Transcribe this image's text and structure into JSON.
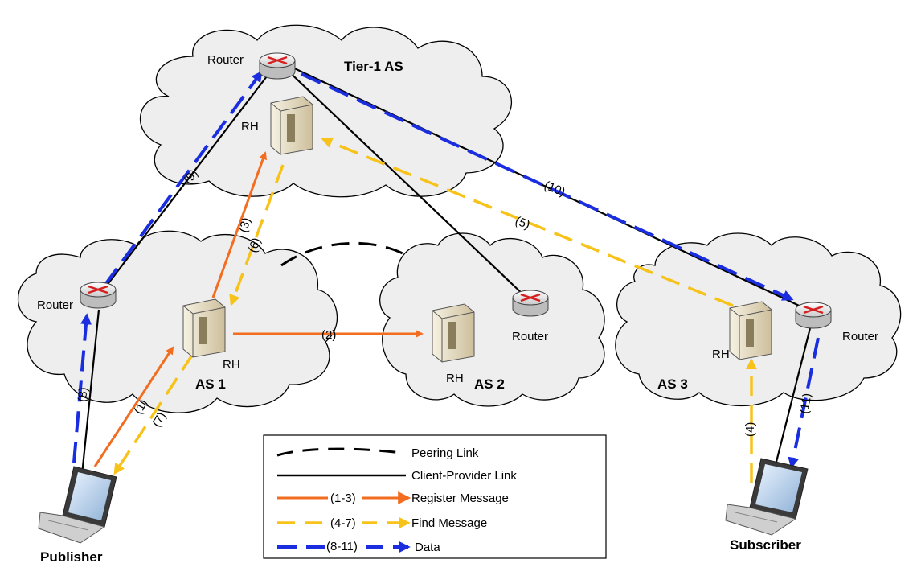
{
  "clouds": {
    "tier1": "Tier-1 AS",
    "as1": "AS 1",
    "as2": "AS 2",
    "as3": "AS 3"
  },
  "routers": {
    "tier1": "Router",
    "as1": "Router",
    "as2": "Router",
    "as3": "Router"
  },
  "servers": {
    "tier1": "RH",
    "as1": "RH",
    "as2": "RH",
    "as3": "RH"
  },
  "hosts": {
    "publisher": "Publisher",
    "subscriber": "Subscriber"
  },
  "steps": {
    "s1": "(1)",
    "s2": "(2)",
    "s3": "(3)",
    "s4": "(4)",
    "s5": "(5)",
    "s6": "(6)",
    "s7": "(7)",
    "s8": "(8)",
    "s9": "(9)",
    "s10": "(10)",
    "s11": "(11)"
  },
  "legend": {
    "items": [
      {
        "key": "peering",
        "tag": "",
        "label": "Peering Link"
      },
      {
        "key": "client_provider",
        "tag": "",
        "label": "Client-Provider Link"
      },
      {
        "key": "register",
        "tag": "(1-3)",
        "label": "Register Message"
      },
      {
        "key": "find",
        "tag": "(4-7)",
        "label": "Find Message"
      },
      {
        "key": "data",
        "tag": "(8-11)",
        "label": "Data"
      }
    ]
  },
  "colors": {
    "register": "#f26d1f",
    "find": "#f7c21a",
    "data": "#1a2ee0",
    "link": "#000000"
  },
  "icons": {
    "router": "router-icon",
    "server": "server-icon",
    "laptop": "laptop-icon",
    "cloud": "cloud-shape"
  }
}
